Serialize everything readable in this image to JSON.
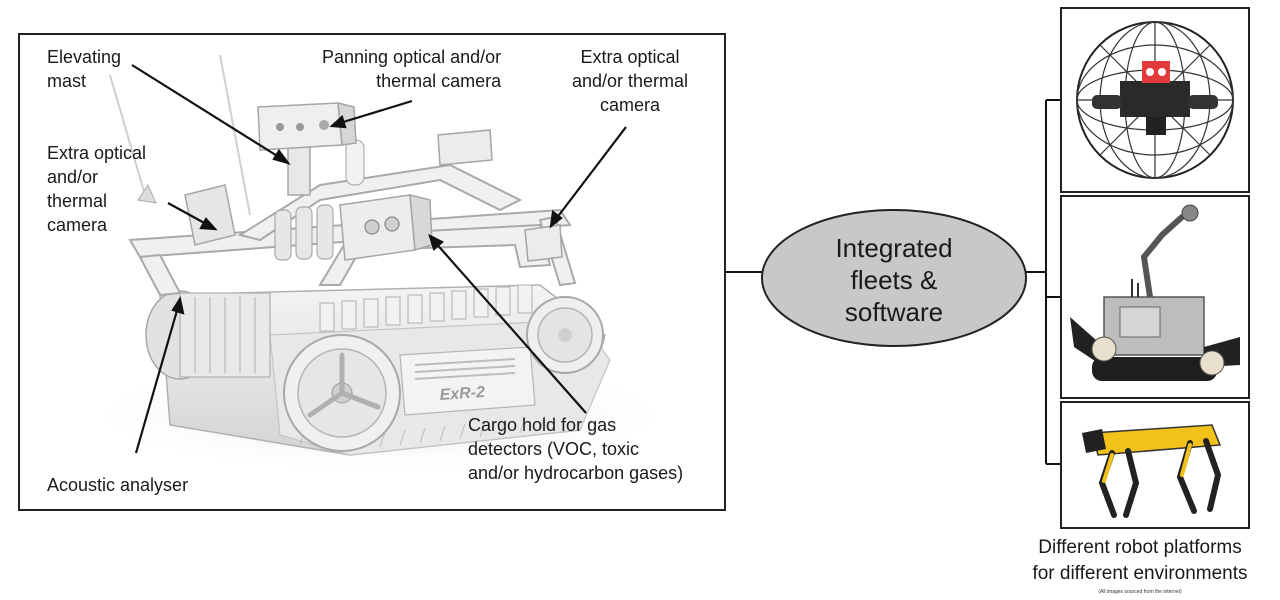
{
  "labels": {
    "elevating_mast": "Elevating\nmast",
    "panning_camera": "Panning optical and/or\nthermal camera",
    "extra_camera_right": "Extra optical\nand/or thermal\ncamera",
    "extra_camera_left": "Extra optical\nand/or\nthermal\ncamera",
    "acoustic_analyser": "Acoustic analyser",
    "cargo_hold": "Cargo hold for gas\ndetectors (VOC, toxic\nand/or hydrocarbon gases)"
  },
  "vehicle_marking": "ExR-2",
  "center_node": "Integrated\nfleets &\nsoftware",
  "platforms": [
    {
      "icon": "caged-drone-icon"
    },
    {
      "icon": "tracked-robot-arm-icon"
    },
    {
      "icon": "quadruped-robot-icon"
    }
  ],
  "caption": "Different robot platforms\nfor different environments",
  "source_note": "(All images sourced from the internet)",
  "colors": {
    "ellipse_fill": "#c8c8c8",
    "robot_body": "#eeeeee",
    "drone_accent": "#e23b3b",
    "quadruped_yellow": "#f2c21b"
  }
}
